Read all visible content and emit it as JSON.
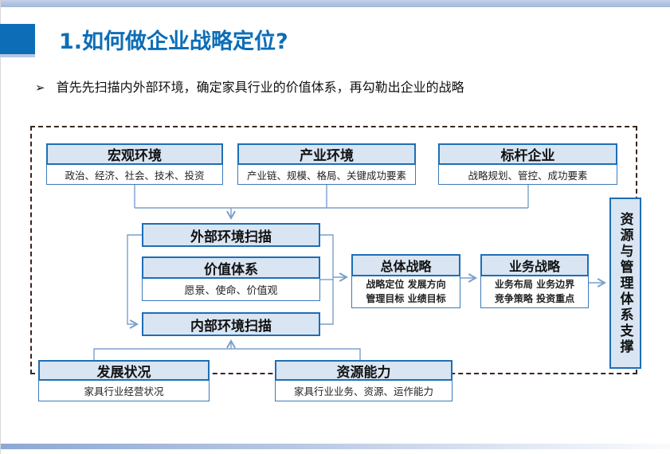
{
  "header": {
    "title": "1.如何做企业战略定位?"
  },
  "intro": {
    "bullet": "➢",
    "text": "首先先扫描内外部环境，确定家具行业的价值体系，再勾勒出企业的战略"
  },
  "colors": {
    "accent_blue": "#0d6db7",
    "box_fill": "#d9e5f3",
    "box_border": "#1e6eb5",
    "connector": "#7c9fc9",
    "dashed_frame": "#3b2620",
    "top_bar": "#a2b7dc"
  },
  "diagram": {
    "top_row": [
      {
        "title": "宏观环境",
        "detail": "政治、经济、社会、技术、投资"
      },
      {
        "title": "产业环境",
        "detail": "产业链、规模、格局、关键成功要素"
      },
      {
        "title": "标杆企业",
        "detail": "战略规划、管控、成功要素"
      }
    ],
    "scan": {
      "external": "外部环境扫描",
      "values_title": "价值体系",
      "values_detail": "愿景、使命、价值观",
      "internal": "内部环境扫描"
    },
    "strategy": [
      {
        "title": "总体战略",
        "line1": "战略定位  发展方向",
        "line2": "管理目标  业绩目标"
      },
      {
        "title": "业务战略",
        "line1": "业务布局  业务边界",
        "line2": "竞争策略  投资重点"
      }
    ],
    "support": "资源与管理体系支撑",
    "bottom_row": [
      {
        "title": "发展状况",
        "detail": "家具行业经营状况"
      },
      {
        "title": "资源能力",
        "detail": "家具行业业务、资源、运作能力"
      }
    ]
  }
}
